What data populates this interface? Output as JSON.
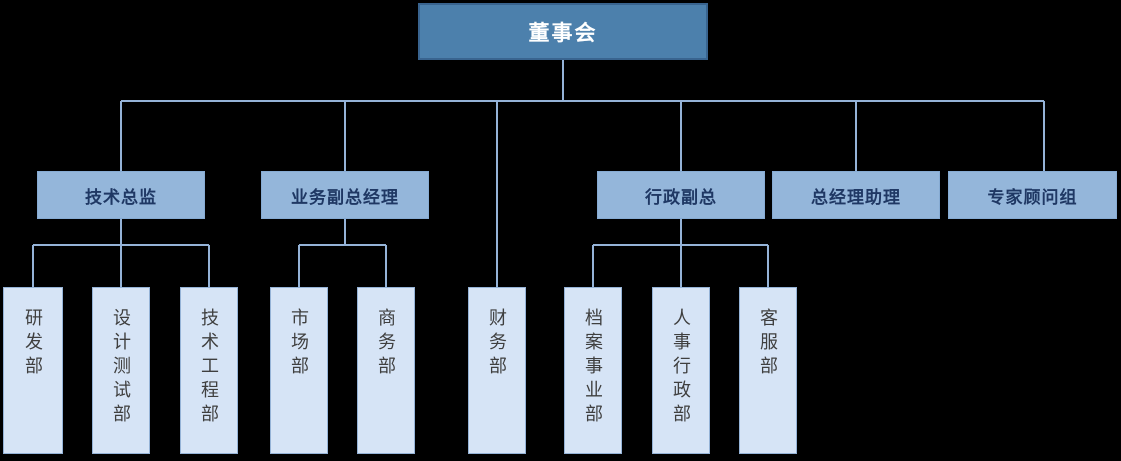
{
  "palette": {
    "l1-fill": "#4C80AC",
    "l1-border": "#39648F",
    "l1-text": "#FFFFFF",
    "l2-fill": "#94B6DA",
    "l2-border": "#86ABD3",
    "l2-text": "#1F3864",
    "l3-fill": "#D6E4F6",
    "l3-border": "#95B3D7",
    "l3-text": "#3F3F3F",
    "connector": "#95B3D7",
    "bg": "#000000"
  },
  "org": {
    "root": {
      "label": "董事会"
    },
    "level2": [
      {
        "label": "技术总监"
      },
      {
        "label": "业务副总经理"
      },
      {
        "label": "行政副总"
      },
      {
        "label": "总经理助理"
      },
      {
        "label": "专家顾问组"
      }
    ],
    "level3": [
      {
        "label": "研发部",
        "parent": "技术总监"
      },
      {
        "label": "设计测试部",
        "parent": "技术总监"
      },
      {
        "label": "技术工程部",
        "parent": "技术总监"
      },
      {
        "label": "市场部",
        "parent": "业务副总经理"
      },
      {
        "label": "商务部",
        "parent": "业务副总经理"
      },
      {
        "label": "财务部",
        "parent": "董事会"
      },
      {
        "label": "档案事业部",
        "parent": "行政副总"
      },
      {
        "label": "人事行政部",
        "parent": "行政副总"
      },
      {
        "label": "客服部",
        "parent": "行政副总"
      }
    ]
  }
}
